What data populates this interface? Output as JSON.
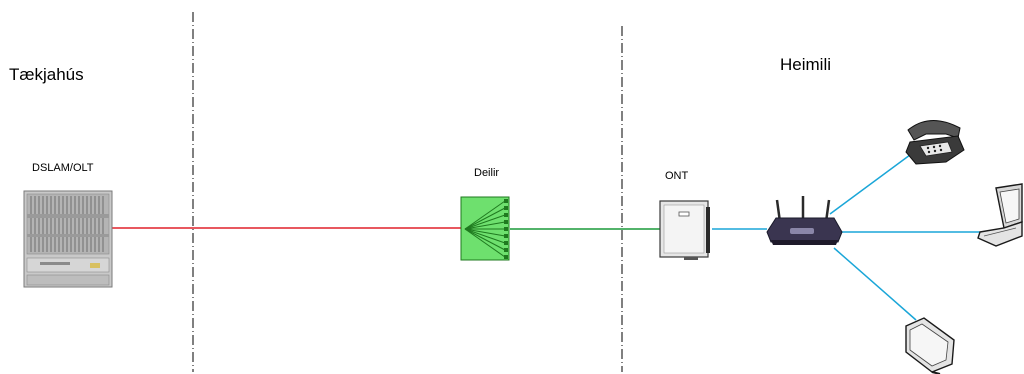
{
  "zones": {
    "exchange_label": "Tækjahús",
    "home_label": "Heimili"
  },
  "devices": {
    "olt_label": "DSLAM/OLT",
    "splitter_label": "Deilir",
    "ont_label": "ONT"
  },
  "icons": {
    "olt": "dslam-olt-rack-icon",
    "splitter": "optical-splitter-icon",
    "ont": "ont-box-icon",
    "router": "wireless-router-icon",
    "phone": "telephone-icon",
    "laptop": "laptop-icon",
    "monitor": "monitor-icon"
  },
  "colors": {
    "olt_to_splitter_link": "#e0202a",
    "splitter_to_ont_link": "#1a9a3a",
    "home_network_links": "#1aa6d8",
    "splitter_fill": "#6ee06e"
  }
}
